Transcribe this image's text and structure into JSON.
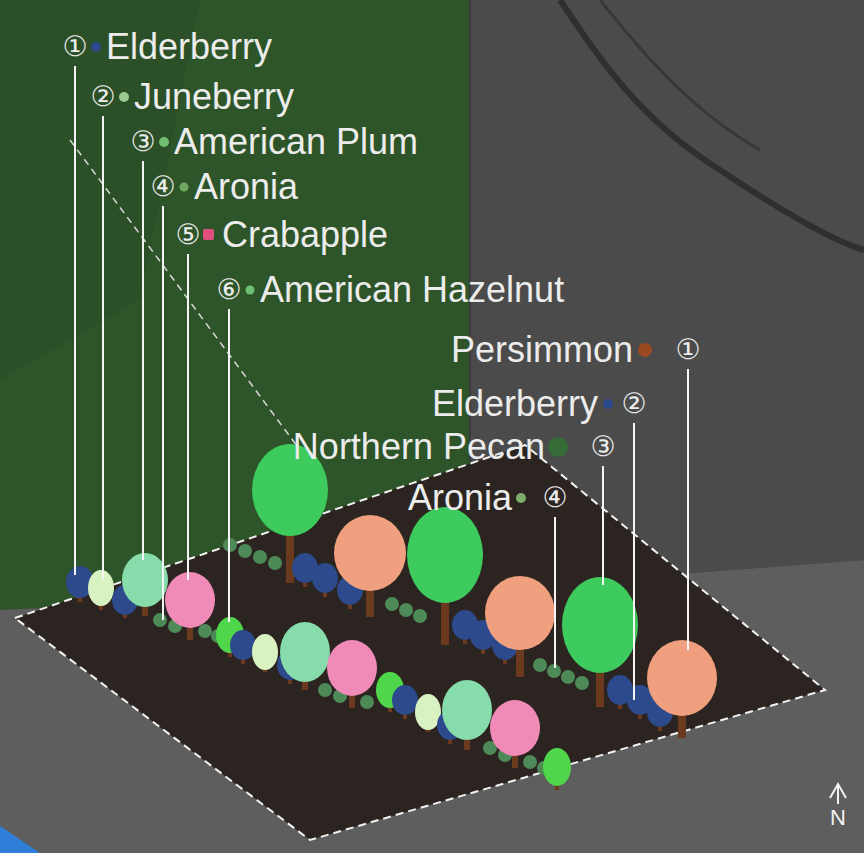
{
  "diagram": {
    "labels": [
      "①",
      "Elderberry",
      "②",
      "Juneberry",
      "③",
      "American Plum",
      "④",
      "Aronia",
      "⑤",
      "Crabapple",
      "⑥",
      "American Hazelnut",
      "Persimmon",
      "①",
      "Elderberry",
      "②",
      "Northern Pecan",
      "③",
      "Aronia",
      "④",
      "N"
    ]
  }
}
